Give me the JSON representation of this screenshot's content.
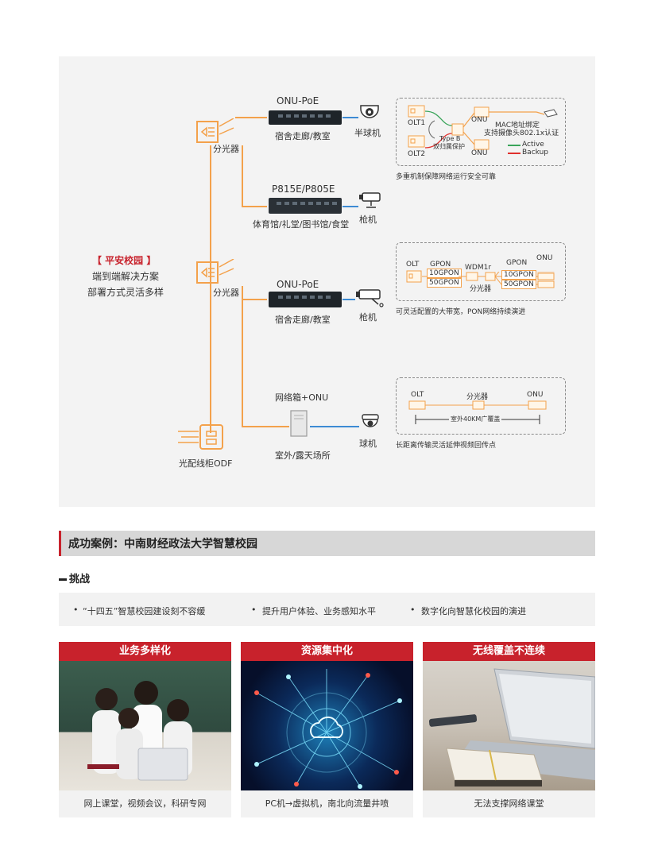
{
  "diagram": {
    "splitter1_label": "分光器",
    "splitter2_label": "分光器",
    "odf_label": "光配线柜ODF",
    "ped": {
      "title": "【 平安校园 】",
      "line1": "端到端解决方案",
      "line2": "部署方式灵活多样"
    },
    "branch1": {
      "device_title": "ONU-PoE",
      "device_sub": "宿舍走廊/教室",
      "camera_label": "半球机"
    },
    "branch2": {
      "device_title": "P815E/P805E",
      "device_sub": "体育馆/礼堂/图书馆/食堂",
      "camera_label": "枪机"
    },
    "branch3": {
      "device_title": "ONU-PoE",
      "device_sub": "宿舍走廊/教室",
      "camera_label": "枪机"
    },
    "branch4": {
      "device_title": "网络箱+ONU",
      "device_sub": "室外/露天场所",
      "camera_label": "球机"
    },
    "box1": {
      "olt1": "OLT1",
      "olt2": "OLT2",
      "onu_top": "ONU",
      "onu_bottom": "ONU",
      "typeb_line1": "Type B",
      "typeb_line2": "双归属保护",
      "mac_line1": "MAC地址绑定",
      "mac_line2": "支持摄像头802.1x认证",
      "legend_active": "Active",
      "legend_backup": "Backup",
      "caption": "多重机制保障网络运行安全可靠"
    },
    "box2": {
      "olt": "OLT",
      "gpon_left": "GPON",
      "tag_10gpon_left": "10GPON",
      "tag_50gpon_left": "50GPON",
      "wdm": "WDM1r",
      "splitter": "分光器",
      "gpon_right": "GPON",
      "onu": "ONU",
      "tag_10gpon_right": "10GPON",
      "tag_50gpon_right": "50GPON",
      "caption": "可灵活配置的大带宽，PON网络持续演进"
    },
    "box3": {
      "olt": "OLT",
      "splitter": "分光器",
      "onu": "ONU",
      "range": "室外40KM广覆盖",
      "caption": "长距离传输灵活延伸视频回传点"
    }
  },
  "case": {
    "title": "成功案例：中南财经政法大学智慧校园",
    "challenge_heading": "挑战",
    "bullets": [
      "“十四五”智慧校园建设刻不容缓",
      "提升用户体验、业务感知水平",
      "数字化向智慧化校园的演进"
    ],
    "cards": [
      {
        "title": "业务多样化",
        "caption": "网上课堂，视频会议，科研专网"
      },
      {
        "title": "资源集中化",
        "caption": "PC机→虚拟机，南北向流量井喷"
      },
      {
        "title": "无线覆盖不连续",
        "caption": "无法支撑网络课堂"
      }
    ]
  },
  "colors": {
    "accent_red": "#c8222c",
    "fiber_orange": "#f3a14b",
    "ethernet_blue": "#3d8bd4",
    "active_green": "#3aa55a",
    "backup_red": "#e0302d"
  }
}
